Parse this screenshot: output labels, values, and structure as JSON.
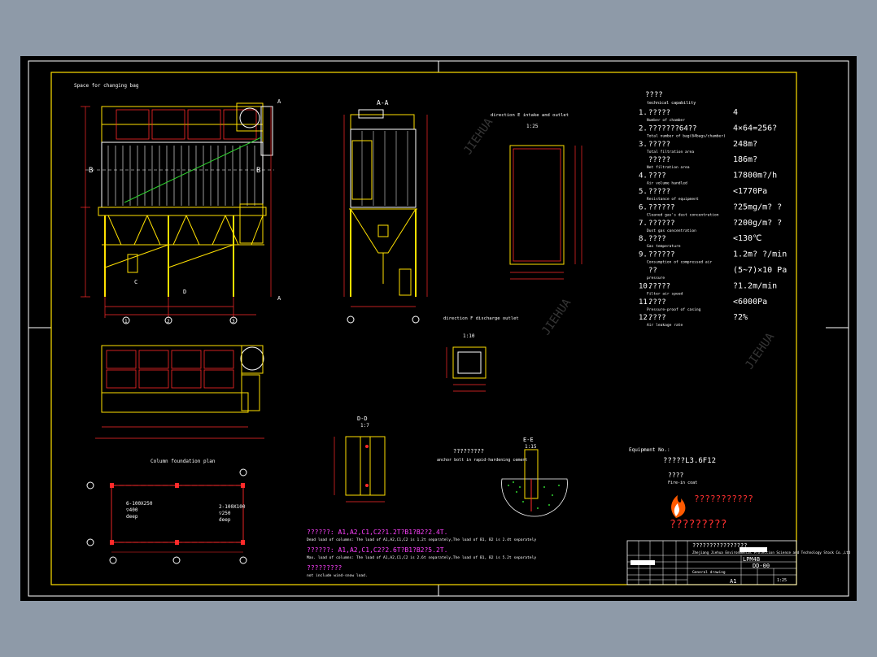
{
  "drawing": {
    "space_label": "Space for changing bag",
    "section_aa": "A-A",
    "section_bb_left": "B",
    "section_bb_right": "B",
    "mark_a": "A",
    "mark_c": "C",
    "mark_d": "D",
    "axis_1": "1",
    "axis_2": "2",
    "axis_3": "3",
    "view_e_title": "direction E  intake and outlet",
    "view_e_scale": "1:25",
    "view_f_title": "direction F  discharge outlet",
    "view_f_scale": "1:10",
    "detail_dd": "D-D",
    "detail_dd_scale": "1:7",
    "detail_ee": "E-E",
    "detail_ee_scale": "1:15",
    "column_plan_title": "Column foundation plan",
    "anchor_label_1": "6-100X250",
    "anchor_label_1b": "▽400",
    "anchor_label_1c": "deep",
    "anchor_label_2": "2-100X100",
    "anchor_label_2b": "▽250",
    "anchor_label_2c": "deep",
    "anchor_note": "?????????",
    "anchor_note_sub": "anchor bolt in rapid-hardening cement",
    "watermark": "JIEHUA"
  },
  "parameters": {
    "title": "????",
    "title_sub": "technical capability",
    "rows": [
      {
        "num": "1.",
        "label": "?????",
        "sub": "Number of chamber",
        "value": "4"
      },
      {
        "num": "2.",
        "label": "???????64??",
        "sub": "Total number of bag(64bags/chamber)",
        "value": "4×64=256?"
      },
      {
        "num": "3.",
        "label": "?????",
        "sub": "Total filtration area",
        "value": "248m?"
      },
      {
        "num": "",
        "label": "?????",
        "sub": "Net filtration area",
        "value": "186m?"
      },
      {
        "num": "4.",
        "label": "????",
        "sub": "Air volume handled",
        "value": "17800m?/h"
      },
      {
        "num": "5.",
        "label": "?????",
        "sub": "Resistance of equipment",
        "value": "<1770Pa"
      },
      {
        "num": "6.",
        "label": "??????",
        "sub": "Cleaned gas's dust concentration",
        "value": "?25mg/m? ?"
      },
      {
        "num": "7.",
        "label": "??????",
        "sub": "Dust gas concentration",
        "value": "?200g/m? ?"
      },
      {
        "num": "8.",
        "label": "????",
        "sub": "Gas temperature",
        "value": "<130℃"
      },
      {
        "num": "9.",
        "label": "??????",
        "sub": "Consumption of compressed air",
        "value": "1.2m? ?/min"
      },
      {
        "num": "",
        "label": "??",
        "sub": "pressure",
        "value": "(5~7)×10   Pa"
      },
      {
        "num": "10.",
        "label": "?????",
        "sub": "Filter air speed",
        "value": "?1.2m/min"
      },
      {
        "num": "11.",
        "label": "????",
        "sub": "Pressure-proof of casing",
        "value": "<6000Pa"
      },
      {
        "num": "12.",
        "label": "????",
        "sub": "Air leakage rate",
        "value": "?2%"
      }
    ]
  },
  "equipment": {
    "number_label": "Equipment No.:",
    "model": "?????L3.6F12",
    "accessory": "????",
    "accessory_sub": "Fire-in coat",
    "fire_text": "???????????",
    "fire_title": "?????????"
  },
  "loads": {
    "line1": "??????: A1,A2,C1,C2?1.2T?B1?B2?2.4T.",
    "line1_sub": "Dead load of columns: The load of A1,A2,C1,C2 is 1.2t separately,The load of B1, B2 is 2.4t separately",
    "line2": "??????: A1,A2,C1,C2?2.6T?B1?B2?5.2T.",
    "line2_sub": "Max. load of columns: The load of A1,A2,C1,C2 is 2.6t separately,The load of B1, B2 is 5.2t separately",
    "line3": "?????????",
    "line3_sub": "not include wind-snow load."
  },
  "title_block": {
    "company_cn": "????????????????",
    "company_en": "Zhejiang Jiehua Environmental Protection Science and Technology Stock Co.,Ltd",
    "drawing_no": "LPM4B",
    "drawing_code": "DD-00",
    "sheet": "A1",
    "general": "General drawing",
    "scale": "1:25"
  },
  "colors": {
    "page_bg": "#8e9aa8",
    "canvas": "#000000",
    "frame": "#ffe000",
    "dim": "#ff2a2a",
    "bag": "#ffffff",
    "green": "#2fd12f"
  }
}
